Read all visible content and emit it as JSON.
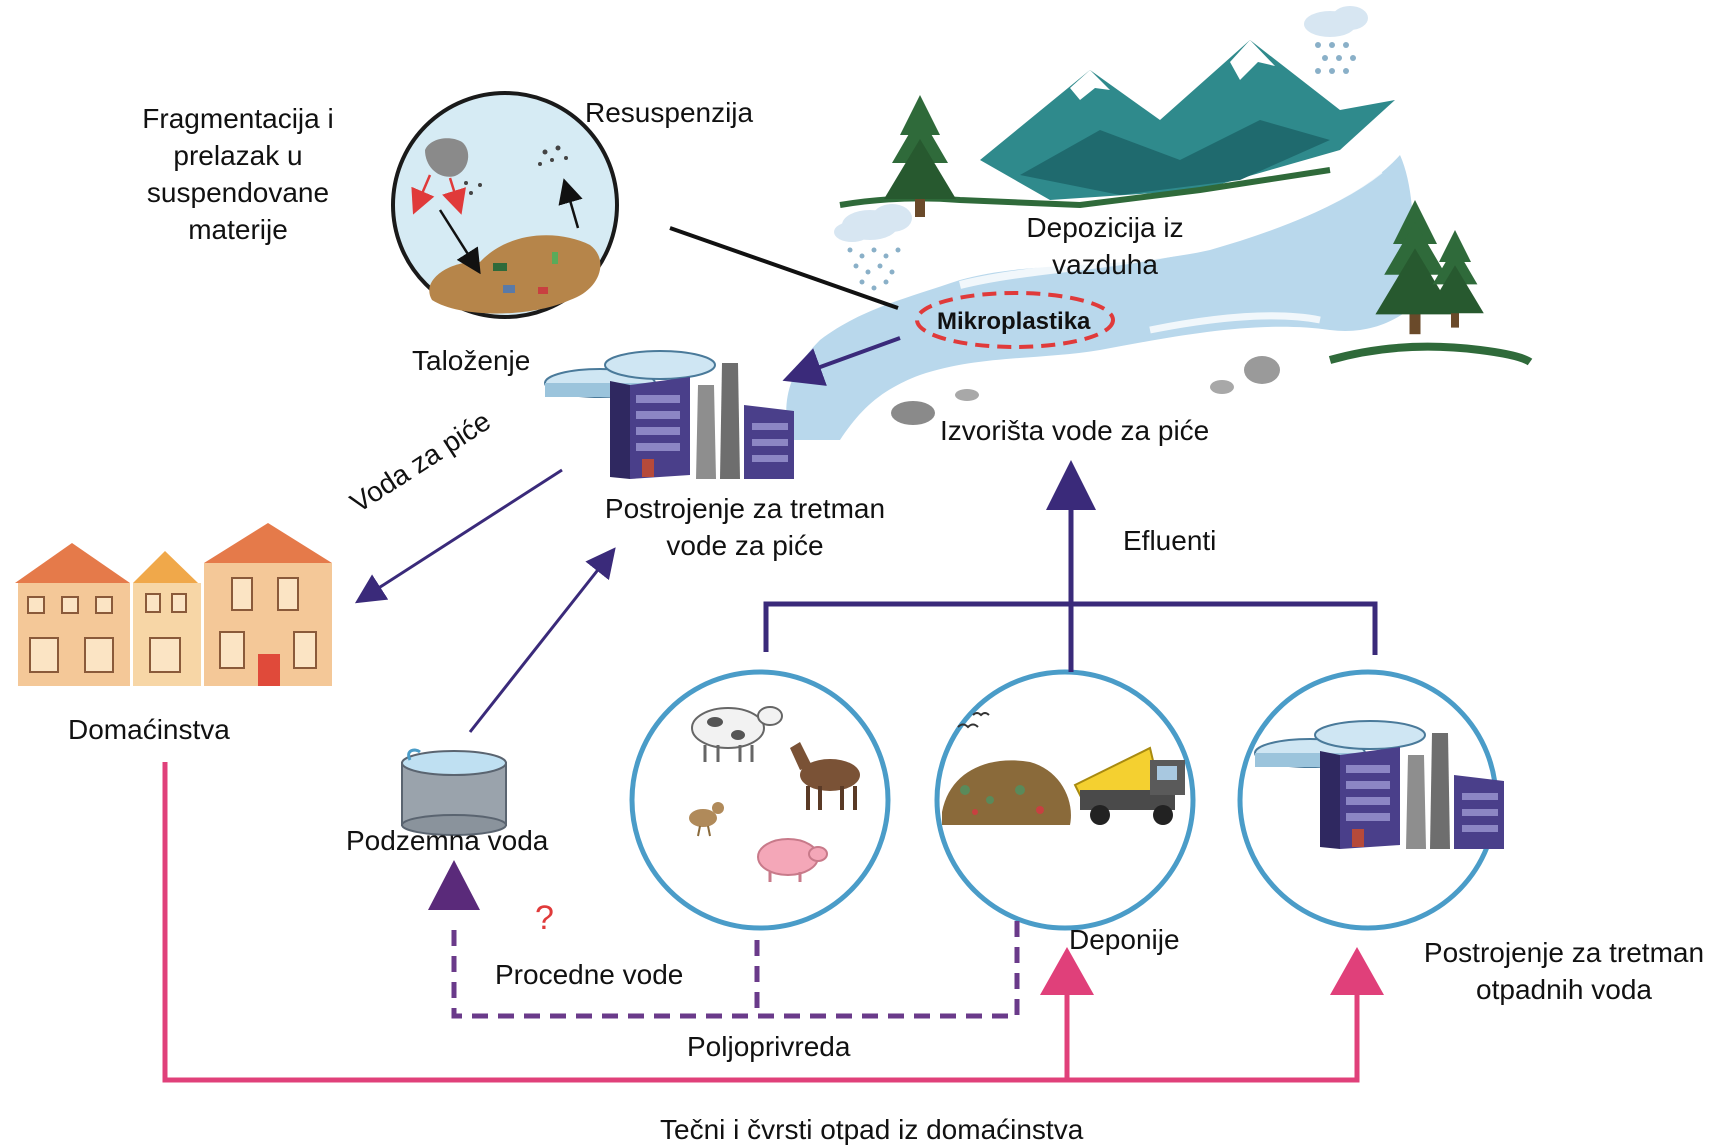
{
  "labels": {
    "fragmentation": [
      "Fragmentacija i",
      "prelazak u",
      "suspendovane",
      "materije"
    ],
    "resuspension": "Resuspenzija",
    "sedimentation": "Taloženje",
    "deposition": [
      "Depozicija iz",
      "vazduha"
    ],
    "microplastics": "Mikroplastika",
    "drinking_sources": "Izvorišta vode za piće",
    "drinking_plant": [
      "Postrojenje za tretman",
      "vode za piće"
    ],
    "drinking_water": "Voda za piće",
    "effluents": "Efluenti",
    "households": "Domaćinstva",
    "groundwater": "Podzemna voda",
    "question_mark": "?",
    "leachate": "Procedne vode",
    "landfills": "Deponije",
    "wastewater_plant": [
      "Postrojenje za tretman",
      "otpadnih voda"
    ],
    "agriculture": "Poljoprivreda",
    "household_waste": "Tečni i čvrsti otpad iz domaćinstva"
  },
  "colors": {
    "flow_arrow": "#3a2a7a",
    "waste_arrow": "#e0407a",
    "leachate_arrow": "#6a3a8a",
    "circle_border": "#4a9cc8",
    "microplastic_ring": "#e03a3a",
    "water": "#b9d8ec"
  }
}
